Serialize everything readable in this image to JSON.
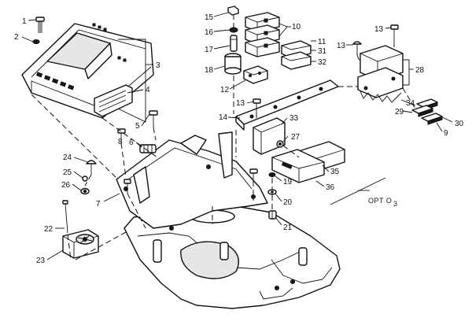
{
  "callouts": {
    "c1": "1",
    "c2": "2",
    "c3": "3",
    "c4": "4",
    "c5": "5",
    "c6": "6",
    "c7": "7",
    "c8": "8",
    "c9": "9",
    "c10": "10",
    "c11": "11",
    "c12": "12",
    "c13a": "13",
    "c13b": "13",
    "c13c": "13",
    "c14": "14",
    "c15": "15",
    "c16": "16",
    "c17": "17",
    "c18": "18",
    "c19": "19",
    "c20": "20",
    "c21": "21",
    "c22": "22",
    "c23": "23",
    "c24": "24",
    "c25": "25",
    "c26": "26",
    "c27": "27",
    "c28": "28",
    "c29": "29",
    "c30": "30",
    "c31": "31",
    "c32": "32",
    "c33": "33",
    "c34": "34",
    "c35": "35",
    "c36": "36"
  },
  "option_label": "OPT O",
  "option_subscript": "3"
}
